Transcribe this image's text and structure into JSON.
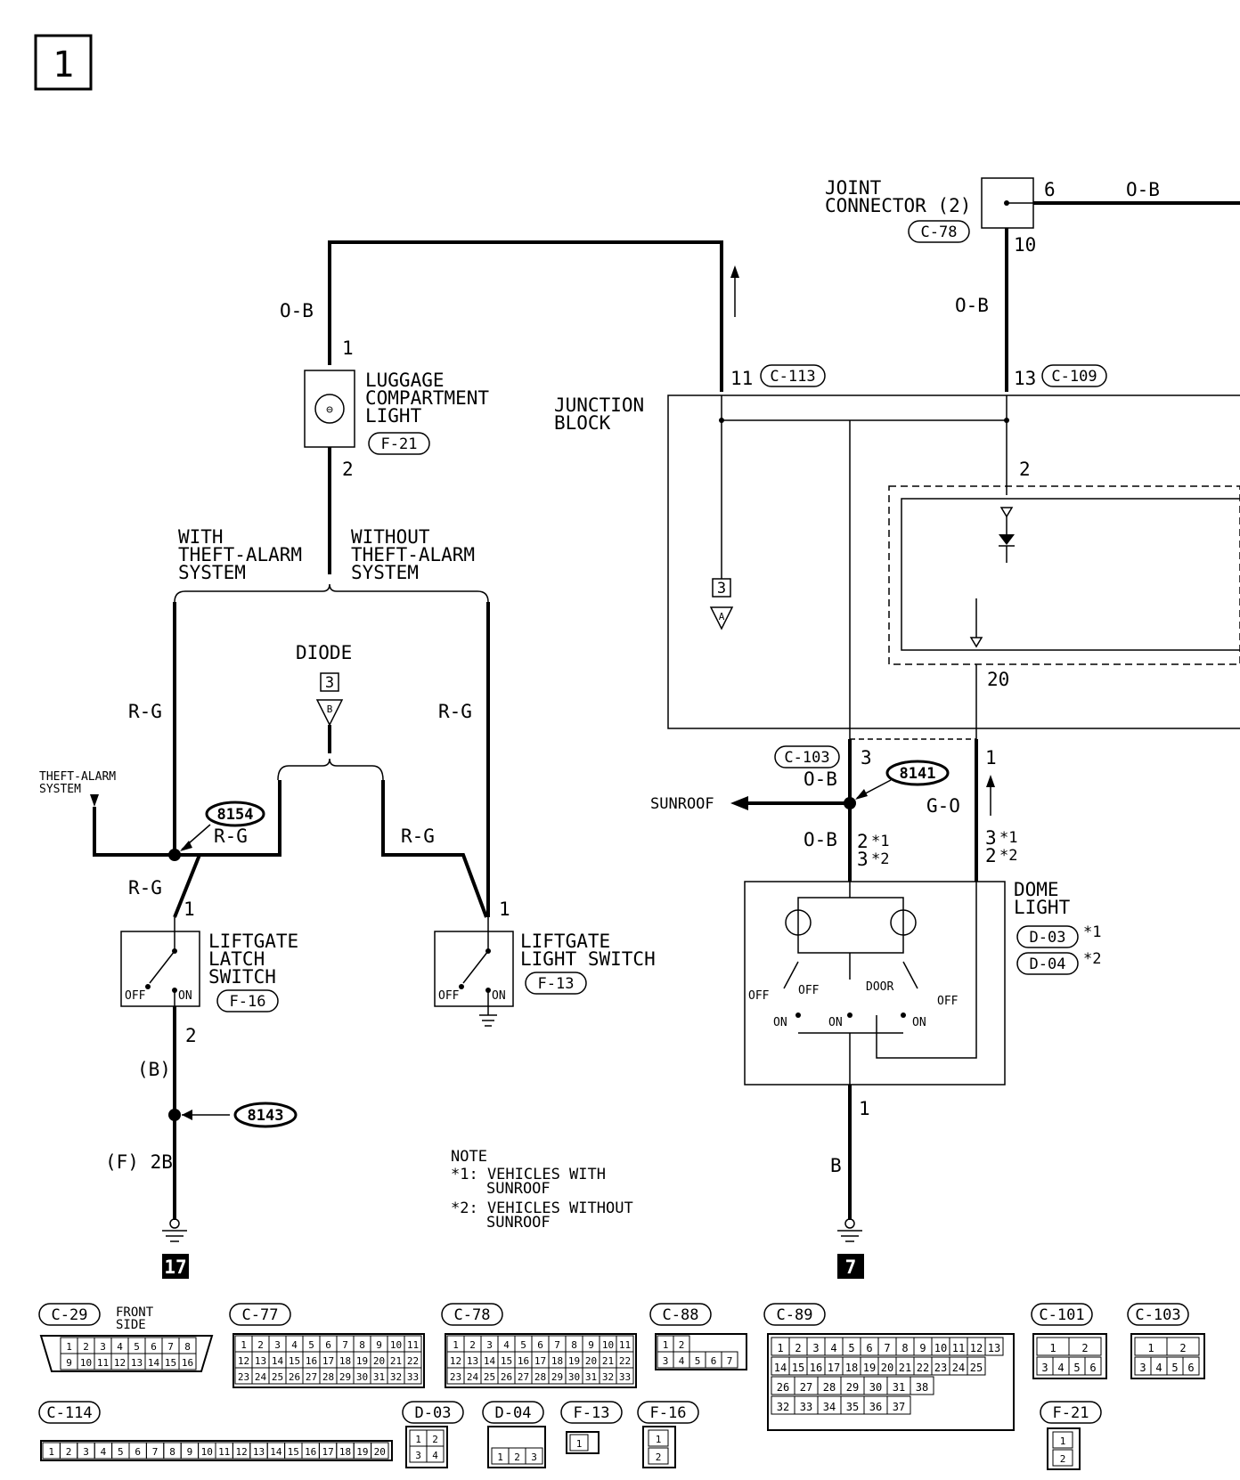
{
  "page_number": "1",
  "joint_connector": {
    "line1": "JOINT",
    "line2": "CONNECTOR (2)",
    "code": "C-78",
    "pin_in": "10",
    "pin_out": "6",
    "wire_out": "O-B"
  },
  "wire_o_b_right": "O-B",
  "wire_o_b_left": "O-B",
  "c109": {
    "pin": "13",
    "code": "C-109"
  },
  "c113": {
    "pin": "11",
    "code": "C-113"
  },
  "luggage_light": {
    "line1": "LUGGAGE",
    "line2": "COMPARTMENT",
    "line3": "LIGHT",
    "code": "F-21",
    "pin_top": "1",
    "pin_bottom": "2"
  },
  "junction_block": {
    "line1": "JUNCTION",
    "line2": "BLOCK",
    "pin2": "2",
    "pin20": "20"
  },
  "ref_a": {
    "num": "3",
    "letter": "A"
  },
  "ref_b": {
    "num": "3",
    "letter": "B"
  },
  "with_theft": {
    "line1": "WITH",
    "line2": "THEFT-ALARM",
    "line3": "SYSTEM"
  },
  "without_theft": {
    "line1": "WITHOUT",
    "line2": "THEFT-ALARM",
    "line3": "SYSTEM"
  },
  "diode_label": "DIODE",
  "rg": "R-G",
  "theft_alarm": {
    "line1": "THEFT-ALARM",
    "line2": "SYSTEM"
  },
  "splice_8154": "8154",
  "splice_8143": "8143",
  "splice_8141": "8141",
  "latch_switch": {
    "line1": "LIFTGATE",
    "line2": "LATCH",
    "line3": "SWITCH",
    "code": "F-16",
    "off": "OFF",
    "on": "ON",
    "pin1": "1",
    "pin2": "2"
  },
  "light_switch": {
    "line1": "LIFTGATE",
    "line2": "LIGHT SWITCH",
    "code": "F-13",
    "off": "OFF",
    "on": "ON",
    "pin1": "1"
  },
  "wire_b_paren": "(B)",
  "wire_f2b": "(F) 2B",
  "ground_17": "17",
  "ground_7": "7",
  "c103": {
    "code": "C-103",
    "pin3": "3",
    "pin1": "1",
    "wire": "O-B"
  },
  "sunroof": "SUNROOF",
  "g_o": "G-O",
  "dome_pins": {
    "left_a": "2",
    "left_b": "3",
    "right_a": "3",
    "right_b": "2",
    "star1": "*1",
    "star2": "*2",
    "bottom": "1"
  },
  "wire_o_b_dome": "O-B",
  "dome_light": {
    "line1": "DOME",
    "line2": "LIGHT",
    "code1": "D-03",
    "code2": "D-04",
    "star1": "*1",
    "star2": "*2",
    "off": "OFF",
    "door": "DOOR",
    "on": "ON"
  },
  "wire_b_dome": "B",
  "note": {
    "title": "NOTE",
    "l1": "*1: VEHICLES WITH",
    "l2": "SUNROOF",
    "l3": "*2: VEHICLES WITHOUT",
    "l4": "SUNROOF"
  },
  "connectors": {
    "c29": {
      "code": "C-29",
      "side1": "FRONT",
      "side2": "SIDE",
      "row1": [
        "1",
        "2",
        "3",
        "4",
        "5",
        "6",
        "7",
        "8"
      ],
      "row2": [
        "9",
        "10",
        "11",
        "12",
        "13",
        "14",
        "15",
        "16"
      ]
    },
    "c77": {
      "code": "C-77",
      "row1": [
        "1",
        "2",
        "3",
        "4",
        "5",
        "6",
        "7",
        "8",
        "9",
        "10",
        "11"
      ],
      "row2": [
        "12",
        "13",
        "14",
        "15",
        "16",
        "17",
        "18",
        "19",
        "20",
        "21",
        "22"
      ],
      "row3": [
        "23",
        "24",
        "25",
        "26",
        "27",
        "28",
        "29",
        "30",
        "31",
        "32",
        "33"
      ]
    },
    "c78": {
      "code": "C-78",
      "row1": [
        "1",
        "2",
        "3",
        "4",
        "5",
        "6",
        "7",
        "8",
        "9",
        "10",
        "11"
      ],
      "row2": [
        "12",
        "13",
        "14",
        "15",
        "16",
        "17",
        "18",
        "19",
        "20",
        "21",
        "22"
      ],
      "row3": [
        "23",
        "24",
        "25",
        "26",
        "27",
        "28",
        "29",
        "30",
        "31",
        "32",
        "33"
      ]
    },
    "c88": {
      "code": "C-88",
      "row1": [
        "1",
        "2"
      ],
      "row2": [
        "3",
        "4",
        "5",
        "6",
        "7"
      ]
    },
    "c89": {
      "code": "C-89",
      "row1": [
        "1",
        "2",
        "3",
        "4",
        "5",
        "6",
        "7",
        "8",
        "9",
        "10",
        "11",
        "12",
        "13"
      ],
      "row2": [
        "14",
        "15",
        "16",
        "17",
        "18",
        "19",
        "20",
        "21",
        "22",
        "23",
        "24",
        "25"
      ],
      "row3": [
        "26",
        "27",
        "28",
        "29",
        "30",
        "31",
        "38"
      ],
      "row4": [
        "32",
        "33",
        "34",
        "35",
        "36",
        "37"
      ]
    },
    "c101": {
      "code": "C-101",
      "row1": [
        "1",
        "2"
      ],
      "row2": [
        "3",
        "4",
        "5",
        "6"
      ]
    },
    "c103": {
      "code": "C-103",
      "row1": [
        "1",
        "2"
      ],
      "row2": [
        "3",
        "4",
        "5",
        "6"
      ]
    },
    "c114": {
      "code": "C-114",
      "row1": [
        "1",
        "2",
        "3",
        "4",
        "5",
        "6",
        "7",
        "8",
        "9",
        "10",
        "11",
        "12",
        "13",
        "14",
        "15",
        "16",
        "17",
        "18",
        "19",
        "20"
      ]
    },
    "d03": {
      "code": "D-03",
      "row1": [
        "1",
        "2"
      ],
      "row2": [
        "3",
        "4"
      ]
    },
    "d04": {
      "code": "D-04",
      "row1": [
        "1",
        "2",
        "3"
      ]
    },
    "f13": {
      "code": "F-13",
      "row1": [
        "1"
      ]
    },
    "f16": {
      "code": "F-16",
      "row1": [
        "1"
      ],
      "row2": [
        "2"
      ]
    },
    "f21": {
      "code": "F-21",
      "row1": [
        "1"
      ],
      "row2": [
        "2"
      ]
    }
  }
}
